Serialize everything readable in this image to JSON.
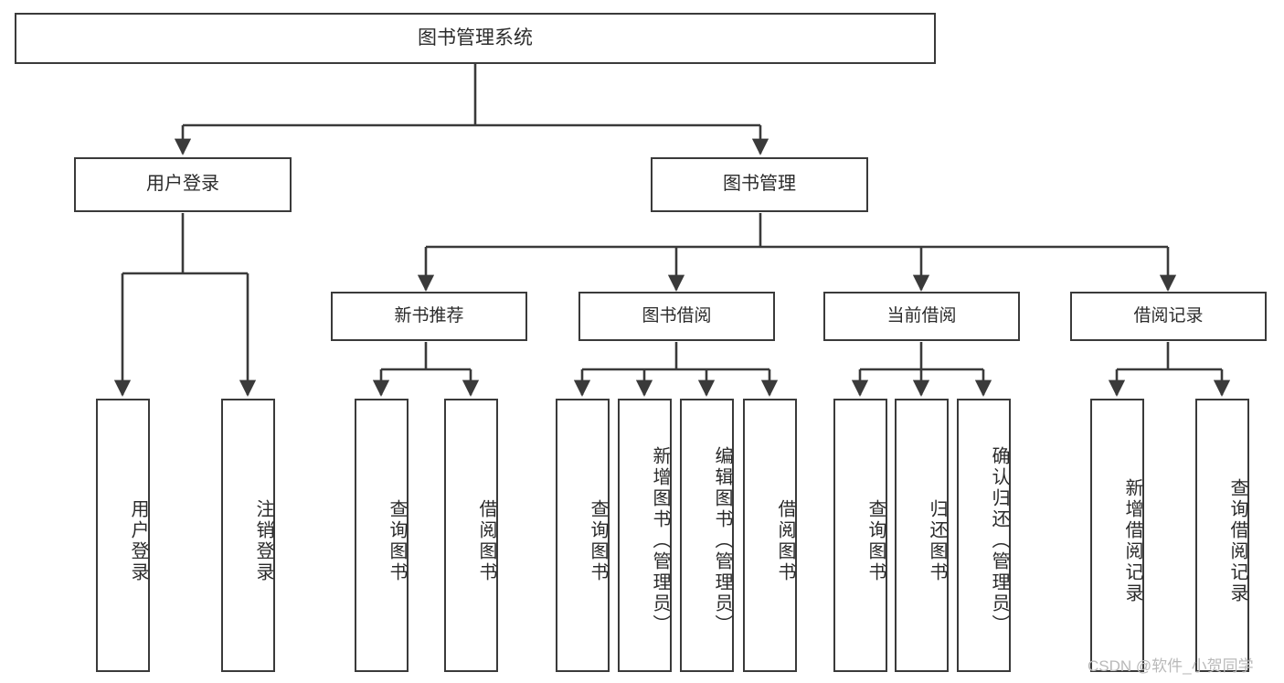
{
  "diagram": {
    "title": "图书管理系统",
    "type": "功能结构图",
    "root": {
      "label": "图书管理系统"
    },
    "level2": [
      {
        "label": "用户登录"
      },
      {
        "label": "图书管理"
      }
    ],
    "level3": [
      {
        "label": "新书推荐"
      },
      {
        "label": "图书借阅"
      },
      {
        "label": "当前借阅"
      },
      {
        "label": "借阅记录"
      }
    ],
    "leaves": {
      "user_login": [
        {
          "label": "用户登录"
        },
        {
          "label": "注销登录"
        }
      ],
      "new_book_recommend": [
        {
          "label": "查询图书"
        },
        {
          "label": "借阅图书"
        }
      ],
      "book_borrow": [
        {
          "label": "查询图书"
        },
        {
          "label": "新增图书（管理员）"
        },
        {
          "label": "编辑图书（管理员）"
        },
        {
          "label": "借阅图书"
        }
      ],
      "current_borrow": [
        {
          "label": "查询图书"
        },
        {
          "label": "归还图书"
        },
        {
          "label": "确认归还（管理员）"
        }
      ],
      "borrow_record": [
        {
          "label": "新增借阅记录"
        },
        {
          "label": "查询借阅记录"
        }
      ]
    }
  },
  "watermark": {
    "text": "CSDN @软件_小贺同学"
  },
  "colors": {
    "border": "#3a3a3a",
    "text": "#2b2b2b",
    "background": "#ffffff",
    "watermark": "#b9b9b9"
  }
}
